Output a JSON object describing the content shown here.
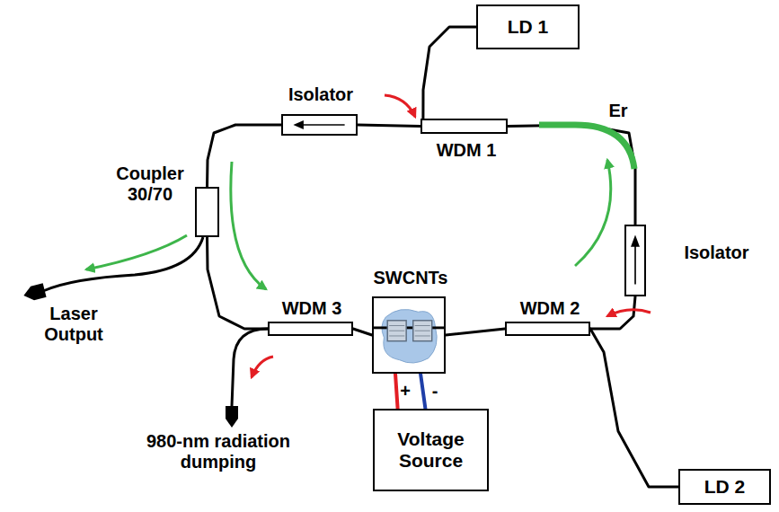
{
  "diagram": {
    "nodes": [
      {
        "text": [
          "LD 1"
        ]
      },
      {
        "text": [
          "WDM 1"
        ]
      },
      {
        "text": [
          "Isolator"
        ]
      },
      {
        "text": [
          "Coupler 30/70"
        ]
      },
      {
        "text": [
          "WDM 3"
        ]
      },
      {
        "text": [
          "SWCNTs"
        ]
      },
      {
        "text": [
          "WDM 2"
        ]
      },
      {
        "text": [
          "Isolator"
        ]
      },
      {
        "text": [
          "Voltage Source"
        ]
      },
      {
        "text": [
          "LD 2"
        ]
      }
    ],
    "edges": [
      {
        "from": 1,
        "to": 2,
        "arrow": "none"
      },
      {
        "from": 2,
        "to": 3,
        "arrow": "none"
      },
      {
        "from": 3,
        "to": 4,
        "arrow": "none"
      },
      {
        "from": 4,
        "to": 5,
        "arrow": "none"
      },
      {
        "from": 5,
        "to": 6,
        "arrow": "none"
      },
      {
        "from": 6,
        "to": 7,
        "arrow": "none"
      },
      {
        "from": 7,
        "to": 1,
        "arrow": "none"
      },
      {
        "from": 0,
        "to": 1,
        "arrow": "none"
      },
      {
        "from": 9,
        "to": 6,
        "arrow": "none"
      },
      {
        "from": 8,
        "to": 5,
        "arrow": "none"
      },
      {
        "from": 8,
        "to": 5,
        "arrow": "none"
      }
    ],
    "labels": [
      "Er",
      "Laser Output",
      "980-nm radiation dumping",
      "+",
      "-"
    ]
  }
}
